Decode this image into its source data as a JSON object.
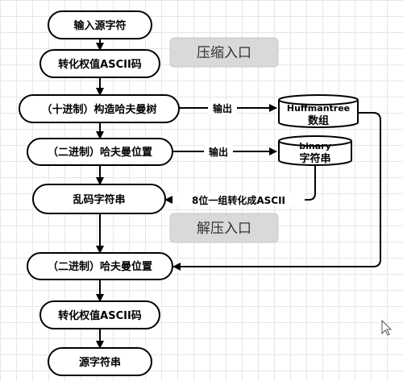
{
  "diagram": {
    "nodes": {
      "input_source": "输入源字符",
      "to_ascii_1": "转化权值ASCII码",
      "build_tree": "（十进制）构造哈夫曼树",
      "huffman_pos_1": "（二进制）哈夫曼位置",
      "garbled": "乱码字符串",
      "huffman_pos_2": "（二进制）哈夫曼位置",
      "to_ascii_2": "转化权值ASCII码",
      "source_string": "源字符串"
    },
    "sections": {
      "compress": "压缩入口",
      "decompress": "解压入口"
    },
    "databases": {
      "huffman_tree_line1": "Huffmantree",
      "huffman_tree_line2": "数组",
      "binary_line1": "binary",
      "binary_line2": "字符串"
    },
    "edge_labels": {
      "output_1": "输出",
      "output_2": "输出",
      "convert": "8位一组转化成ASCII"
    }
  }
}
